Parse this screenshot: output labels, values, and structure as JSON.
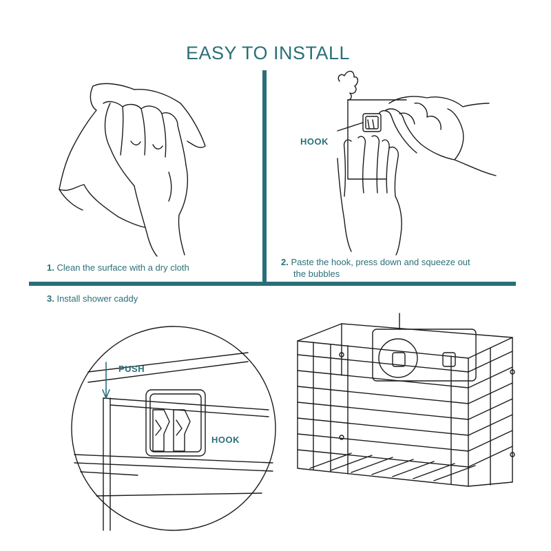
{
  "title": "EASY TO INSTALL",
  "steps": [
    {
      "num": "1.",
      "text": "Clean the surface with a dry cloth"
    },
    {
      "num": "2.",
      "text": "Paste the hook, press down and squeeze out",
      "text2": "the bubbles"
    },
    {
      "num": "3.",
      "text": "Install shower caddy"
    }
  ],
  "labels": {
    "hook_top": "HOOK",
    "push": "PUSH",
    "hook_detail": "HOOK"
  },
  "colors": {
    "accent": "#2a6f78",
    "line": "#1a1a1a"
  }
}
